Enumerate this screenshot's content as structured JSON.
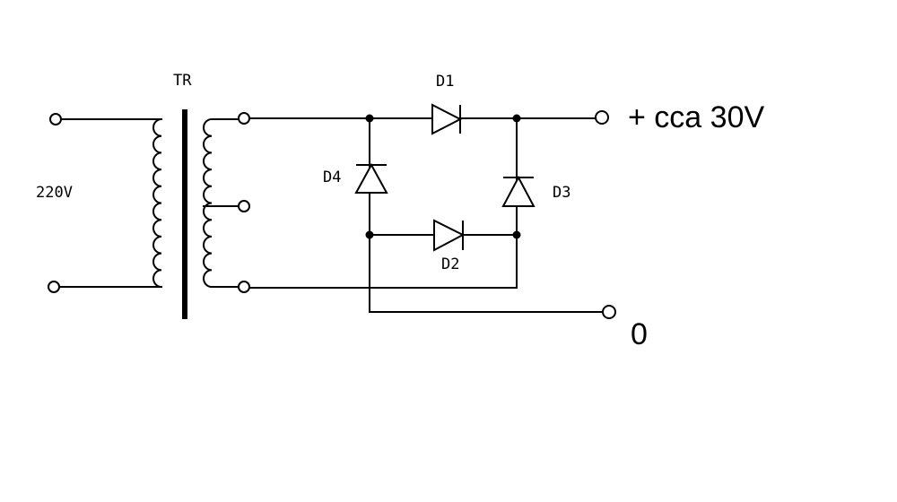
{
  "diagram": {
    "labels": {
      "transformer": "TR",
      "input_voltage": "220V",
      "d1": "D1",
      "d2": "D2",
      "d3": "D3",
      "d4": "D4",
      "output_positive": "+ cca 30V",
      "output_ground": "0"
    },
    "colors": {
      "line": "#000000",
      "background": "#ffffff"
    }
  }
}
